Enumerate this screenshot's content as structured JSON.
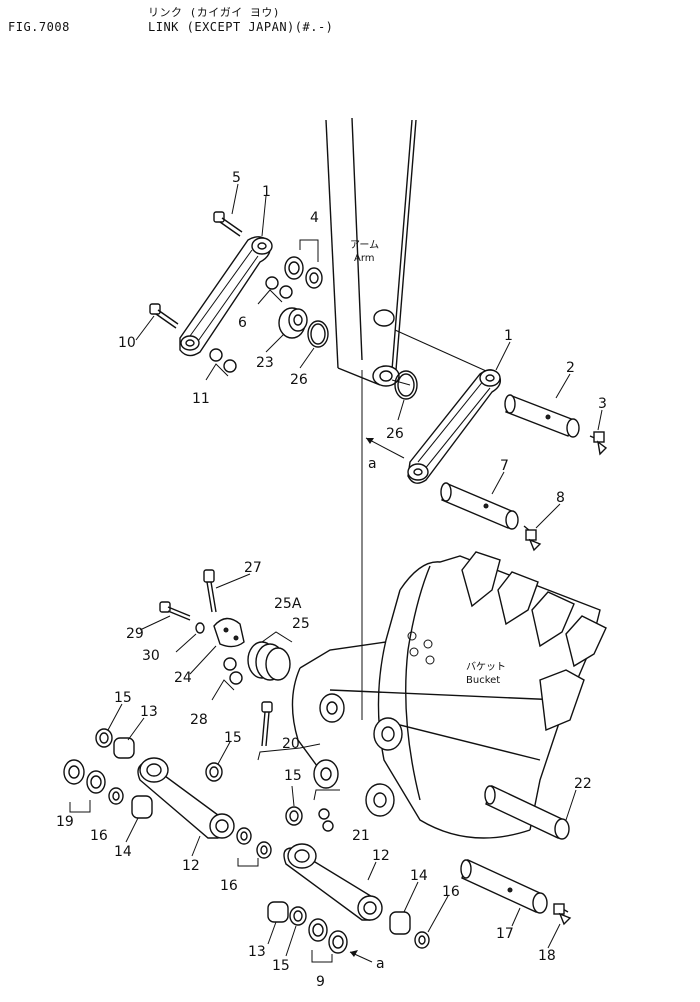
{
  "header": {
    "fig": "FIG.7008",
    "title_jp": "リンク (カイガイ ヨウ)",
    "title_en": "LINK (EXCEPT JAPAN)(#.-)"
  },
  "labels": {
    "arm_jp": "アーム",
    "arm_en": "Arm",
    "bucket_jp": "バケット",
    "bucket_en": "Bucket",
    "arrow_a_top": "a",
    "arrow_a_bottom": "a"
  },
  "callouts": {
    "n1a": "1",
    "n5": "5",
    "n4": "4",
    "n6": "6",
    "n10": "10",
    "n23": "23",
    "n26a": "26",
    "n11": "11",
    "n1b": "1",
    "n2": "2",
    "n3": "3",
    "n26b": "26",
    "n7": "7",
    "n8": "8",
    "n27": "27",
    "n29": "29",
    "n25A": "25A",
    "n25": "25",
    "n30": "30",
    "n24": "24",
    "n28": "28",
    "n15a": "15",
    "n13a": "13",
    "n15b": "15",
    "n20": "20",
    "n19": "19",
    "n16a": "16",
    "n14a": "14",
    "n12a": "12",
    "n16b": "16",
    "n15c": "15",
    "n21": "21",
    "n12b": "12",
    "n22": "22",
    "n14b": "14",
    "n16c": "16",
    "n17": "17",
    "n18": "18",
    "n13b": "13",
    "n15d": "15",
    "n9": "9"
  }
}
